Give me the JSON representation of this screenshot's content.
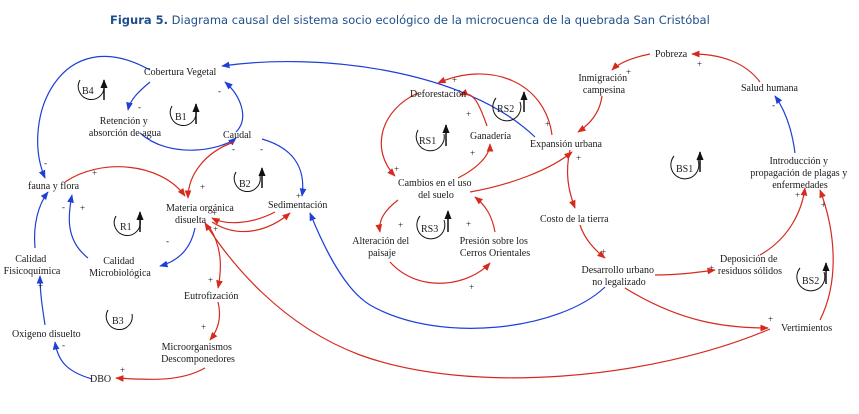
{
  "caption": {
    "label": "Figura 5.",
    "text": " Diagrama causal del sistema socio ecológico de la microcuenca de la quebrada San Cristóbal"
  },
  "colors": {
    "positive": "#d62a1e",
    "negative": "#1f3fd6",
    "text": "#1a1a1a",
    "caption": "#1f4e8c"
  },
  "nodes": {
    "cobertura_vegetal": "Cobertura Vegetal",
    "retencion": [
      "Retención y",
      "absorción de agua"
    ],
    "caudal": "Caudal",
    "fauna_flora": "fauna y flora",
    "materia_organica": [
      "Materia orgánica",
      "disuelta"
    ],
    "sedimentacion": "Sedimentación",
    "calidad_fisicoquimica": [
      "Calidad",
      "Fisicoquímica"
    ],
    "calidad_microbiologica": [
      "Calidad",
      "Microbiológica"
    ],
    "eutrofizacion": "Eutrofización",
    "oxigeno_disuelto": "Oxigeno disuelto",
    "microorganismos": [
      "Microorganismos",
      "Descomponedores"
    ],
    "dbo": "DBO",
    "deforestacion": "Deforestación",
    "ganaderia": "Ganadería",
    "cambios_uso_suelo": [
      "Cambios en el uso",
      "del suelo"
    ],
    "alteracion_paisaje": [
      "Alteración del",
      "paisaje"
    ],
    "presion_cerros": [
      "Presión sobre los",
      "Cerros Orientales"
    ],
    "pobreza": "Pobreza",
    "inmigracion": [
      "Inmigración",
      "campesina"
    ],
    "salud_humana": "Salud humana",
    "expansion_urbana": "Expansión urbana",
    "costo_tierra": "Costo de la tierra",
    "introduccion_plagas": [
      "Introducción y",
      "propagación de plagas y",
      "enfermedades"
    ],
    "desarrollo_urbano": [
      "Desarrollo urbano",
      "no legalizado"
    ],
    "deposicion_residuos": [
      "Deposición de",
      "residuos sólidos"
    ],
    "vertimientos": "Vertimientos"
  },
  "loops": {
    "B4": "B4",
    "B1": "B1",
    "B2": "B2",
    "R1": "R1",
    "B3": "B3",
    "RS1": "RS1",
    "RS2": "RS2",
    "RS3": "RS3",
    "BS1": "BS1",
    "BS2": "BS2"
  },
  "signs": {
    "plus": "+",
    "minus": "-"
  }
}
